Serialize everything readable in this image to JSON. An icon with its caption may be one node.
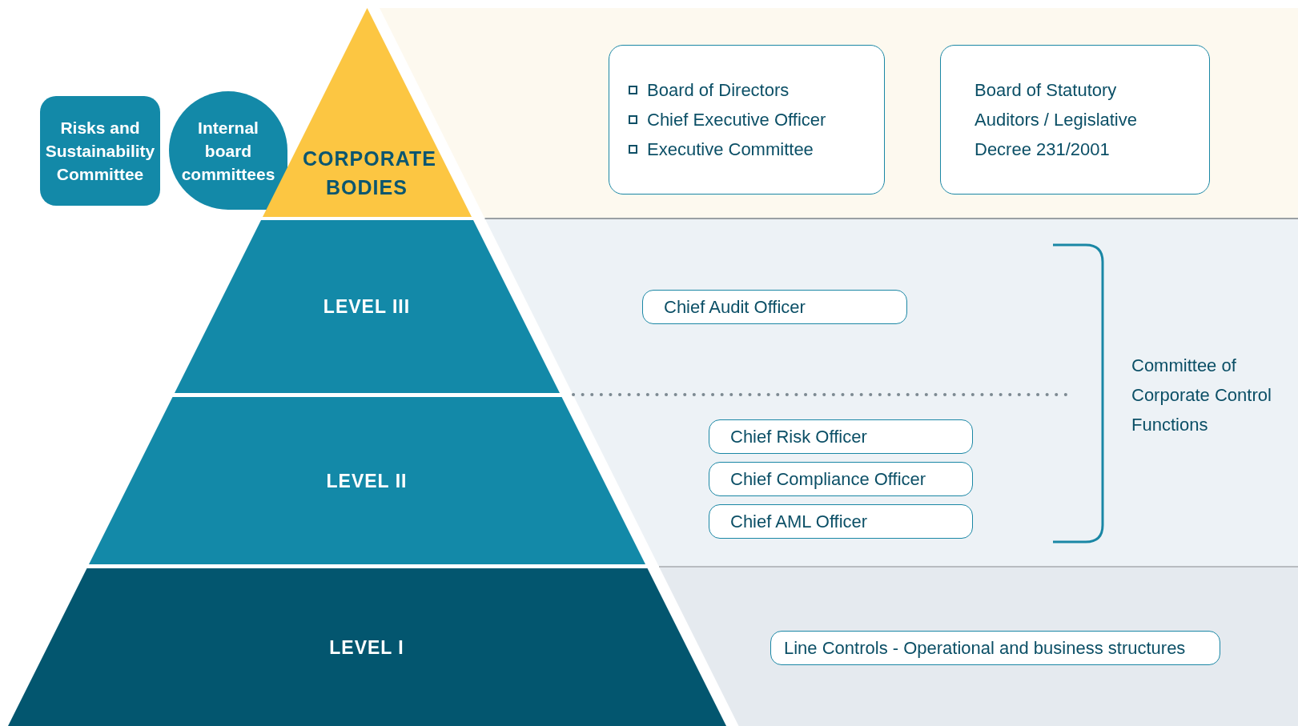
{
  "diagram": {
    "nodes": [
      {
        "text": [
          "Risks and Sustainability Committee"
        ]
      },
      {
        "text": [
          "Internal board committees"
        ]
      },
      {
        "text": [
          "CORPORATE BODIES"
        ]
      },
      {
        "text": [
          "LEVEL III"
        ]
      },
      {
        "text": [
          "LEVEL II"
        ]
      },
      {
        "text": [
          "LEVEL I"
        ]
      },
      {
        "text": [
          "Board of Directors",
          "Chief Executive Officer",
          "Executive Committee"
        ]
      },
      {
        "text": [
          "Board of Statutory Auditors / Legislative Decree 231/2001"
        ]
      },
      {
        "text": [
          "Chief Audit Officer"
        ]
      },
      {
        "text": [
          "Chief Risk Officer"
        ]
      },
      {
        "text": [
          "Chief Compliance Officer"
        ]
      },
      {
        "text": [
          "Chief AML Officer"
        ]
      },
      {
        "text": [
          "Line Controls - Operational and business structures"
        ]
      }
    ],
    "edges": [],
    "labels": [
      "Committee of Corporate Control Functions"
    ]
  }
}
